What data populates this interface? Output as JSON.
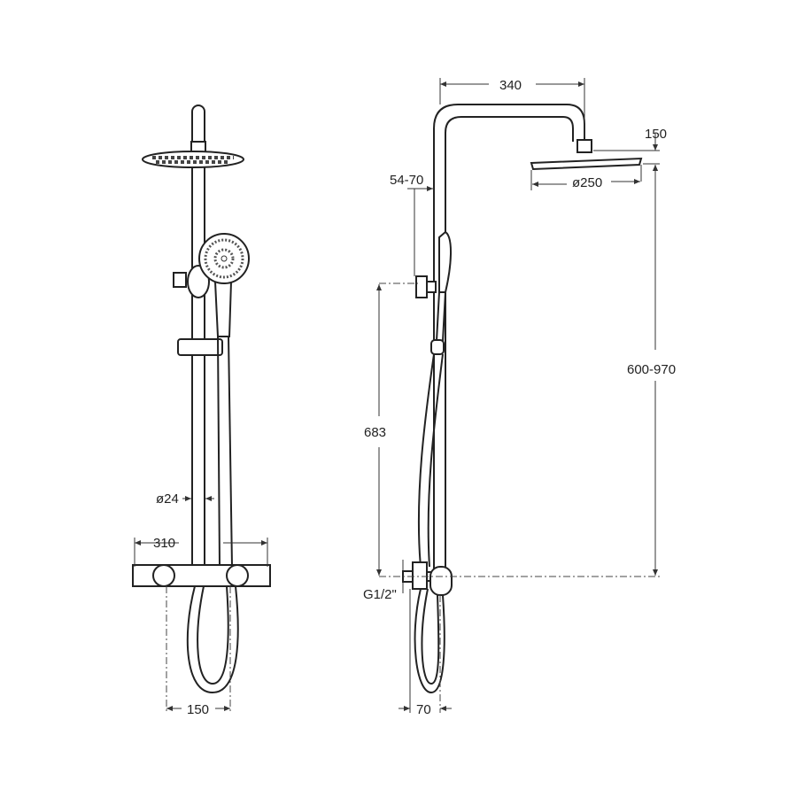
{
  "front_view": {
    "dim_width_total": "310",
    "dim_column_diameter": "ø24",
    "dim_hose_spacing": "150"
  },
  "side_view": {
    "dim_arm_length": "340",
    "dim_head_drop": "150",
    "dim_head_diameter": "ø250",
    "dim_wall_distance": "54-70",
    "dim_height_adjust": "600-970",
    "dim_bracket_height": "683",
    "dim_inlet_thread": "G1/2\"",
    "dim_inlet_offset": "70"
  },
  "colors": {
    "line": "#222222",
    "background": "#ffffff"
  }
}
